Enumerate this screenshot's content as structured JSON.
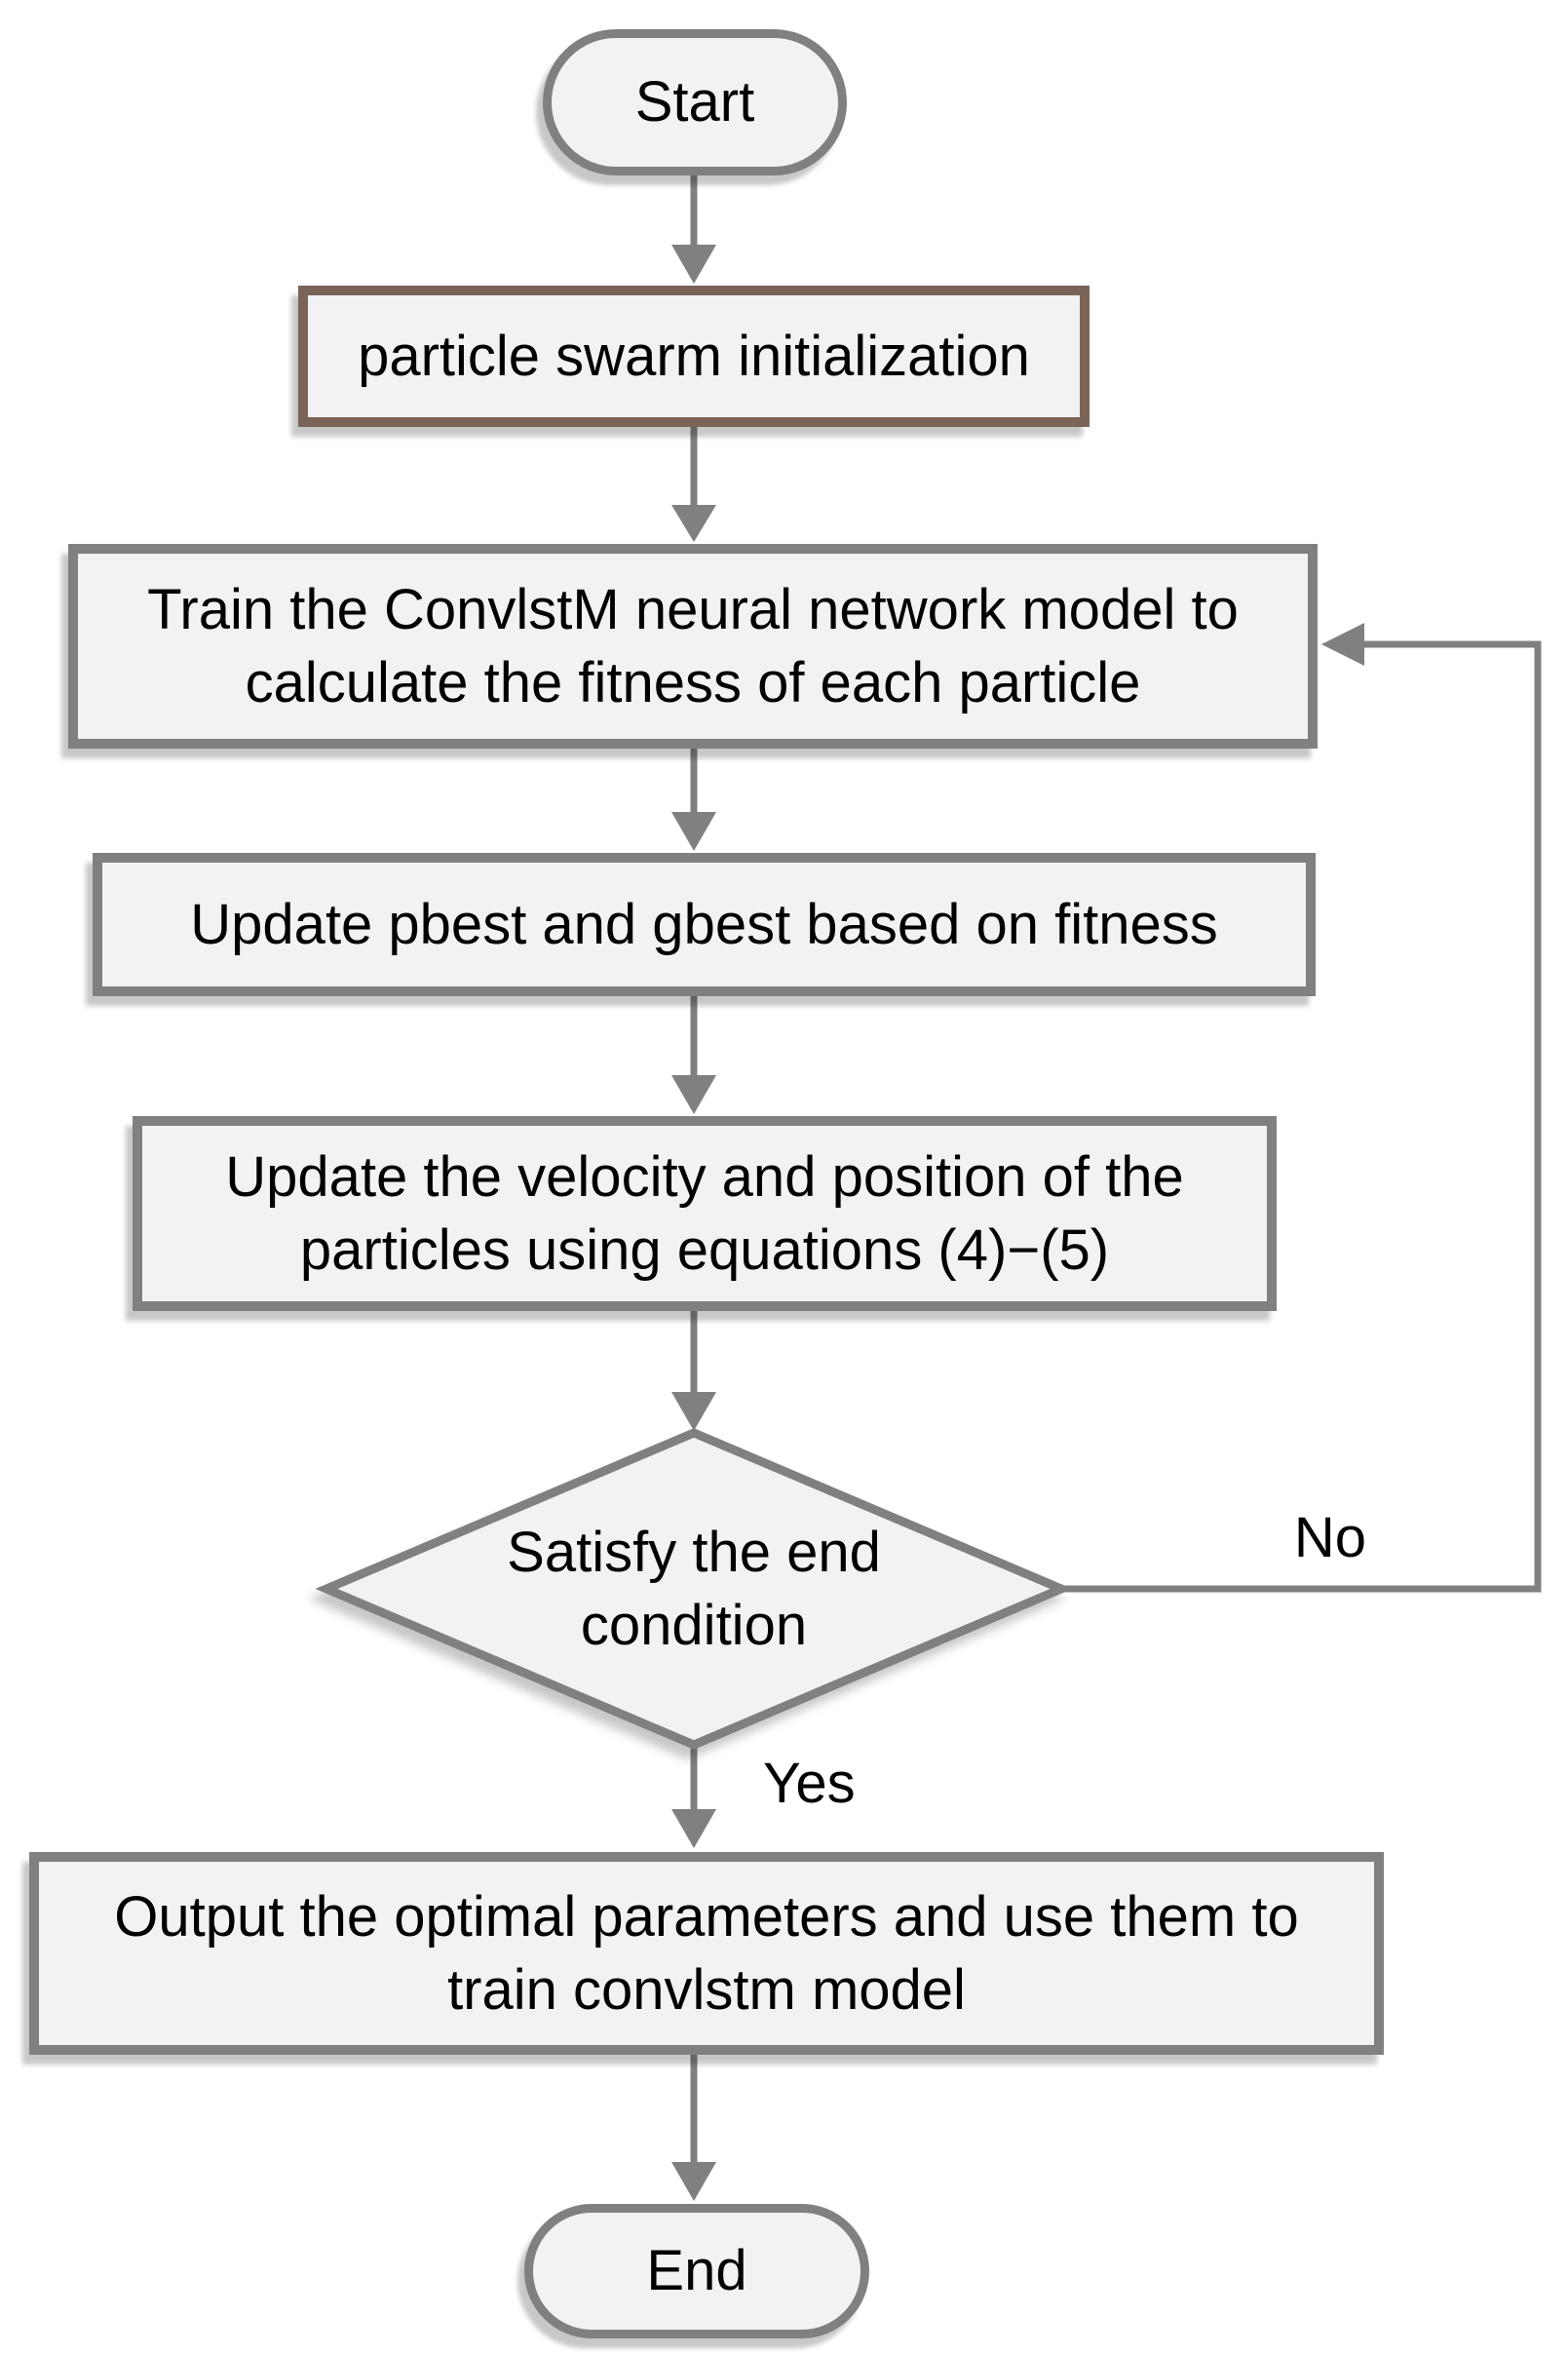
{
  "flowchart": {
    "nodes": {
      "start": {
        "label": "Start",
        "shape": "terminator"
      },
      "init": {
        "label": "particle swarm initialization",
        "shape": "process",
        "border_color": "#7a6357"
      },
      "train": {
        "label": "Train the ConvlstM neural network model to calculate the fitness of each particle",
        "shape": "process"
      },
      "update_best": {
        "label": "Update pbest and gbest based on fitness",
        "shape": "process"
      },
      "update_velocity": {
        "label": "Update the velocity and position of the particles using equations (4)−(5)",
        "shape": "process"
      },
      "decision": {
        "label": "Satisfy the end condition",
        "shape": "decision"
      },
      "output": {
        "label": "Output the optimal parameters and use them to train convlstm model",
        "shape": "process"
      },
      "end": {
        "label": "End",
        "shape": "terminator"
      }
    },
    "edge_labels": {
      "yes": "Yes",
      "no": "No"
    },
    "colors": {
      "node_fill": "#f2f2f2",
      "node_border": "#808080",
      "init_border": "#7a6357",
      "connector": "#808080",
      "text": "#000000",
      "background": "#ffffff"
    }
  }
}
